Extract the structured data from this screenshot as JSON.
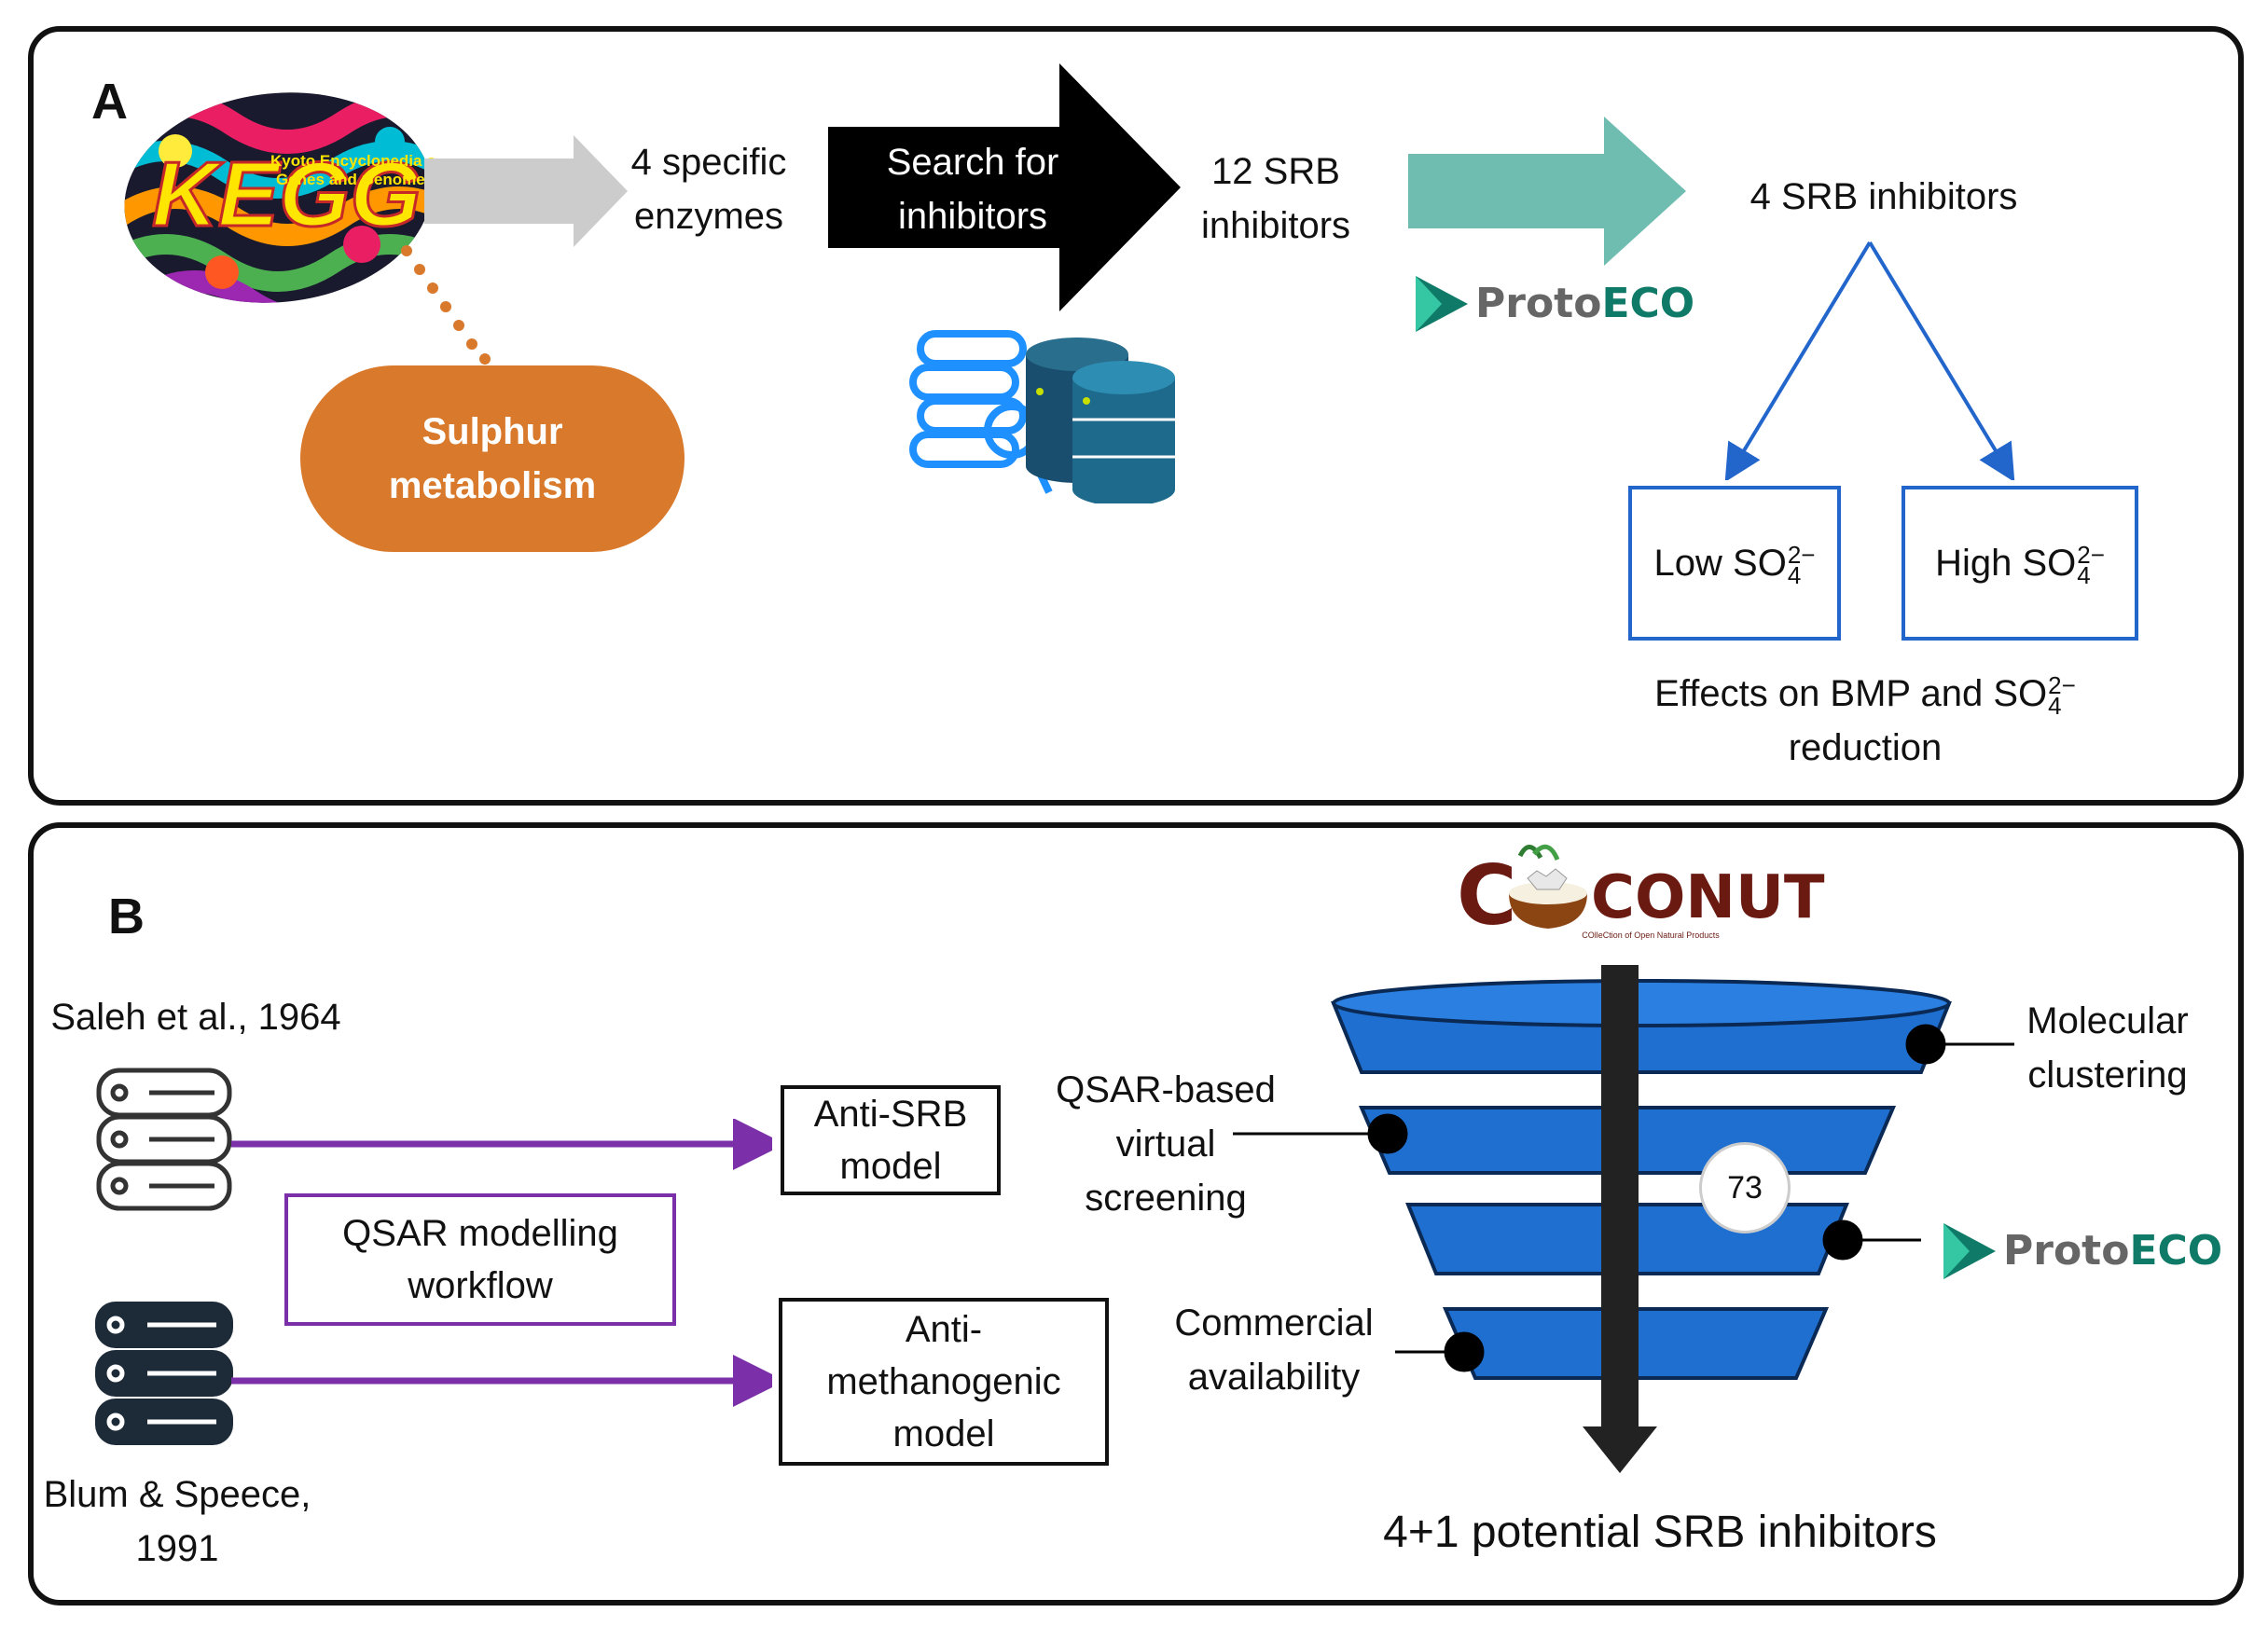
{
  "panel_a": {
    "letter": "A",
    "kegg": {
      "logo_text": "KEGG",
      "logo_subtitle": "Kyoto Encyclopedia of Genes and Genomes"
    },
    "sulphur_box": {
      "line1": "Sulphur",
      "line2": "metabolism"
    },
    "enzymes": {
      "line1": "4 specific",
      "line2": "enzymes"
    },
    "search_arrow": {
      "line1": "Search for",
      "line2": "inhibitors"
    },
    "srb12": {
      "line1": "12 SRB",
      "line2": "inhibitors"
    },
    "protoeco": {
      "prefix": "Proto",
      "suffix": "ECO"
    },
    "srb4": "4 SRB inhibitors",
    "low_box": {
      "prefix": "Low SO",
      "sub": "4",
      "sup": "2−"
    },
    "high_box": {
      "prefix": "High SO",
      "sub": "4",
      "sup": "2−"
    },
    "effects": {
      "line1_prefix": "Effects on BMP and SO",
      "sub": "4",
      "sup": "2−",
      "line2": "reduction"
    }
  },
  "panel_b": {
    "letter": "B",
    "saleh": "Saleh et al., 1964",
    "blum": {
      "line1": "Blum & Speece,",
      "line2": "1991"
    },
    "qsar_workflow": {
      "line1": "QSAR modelling",
      "line2": "workflow"
    },
    "anti_srb": {
      "line1": "Anti-SRB",
      "line2": "model"
    },
    "anti_meth": {
      "line1": "Anti-",
      "line2": "methanogenic",
      "line3": "model"
    },
    "coconut": {
      "letter_c": "C",
      "rest": "CONUT",
      "tagline": "COlleCtion of Open Natural Products"
    },
    "molecular": {
      "line1": "Molecular",
      "line2": "clustering"
    },
    "qsar_vs": {
      "line1": "QSAR-based",
      "line2": "virtual",
      "line3": "screening"
    },
    "count": "73",
    "protoeco": {
      "prefix": "Proto",
      "suffix": "ECO"
    },
    "commercial": {
      "line1": "Commercial",
      "line2": "availability"
    },
    "result": "4+1 potential SRB inhibitors"
  },
  "colors": {
    "kegg_orange": "#d8792c",
    "gray_arrow": "#cccccc",
    "teal_arrow": "#6fbcb0",
    "protoeco_green": "#0f7a67",
    "blue_line": "#2266cc",
    "purple": "#7b2fa8",
    "funnel_blue": "#1f6fd0",
    "coconut_brown": "#6b1a12"
  }
}
